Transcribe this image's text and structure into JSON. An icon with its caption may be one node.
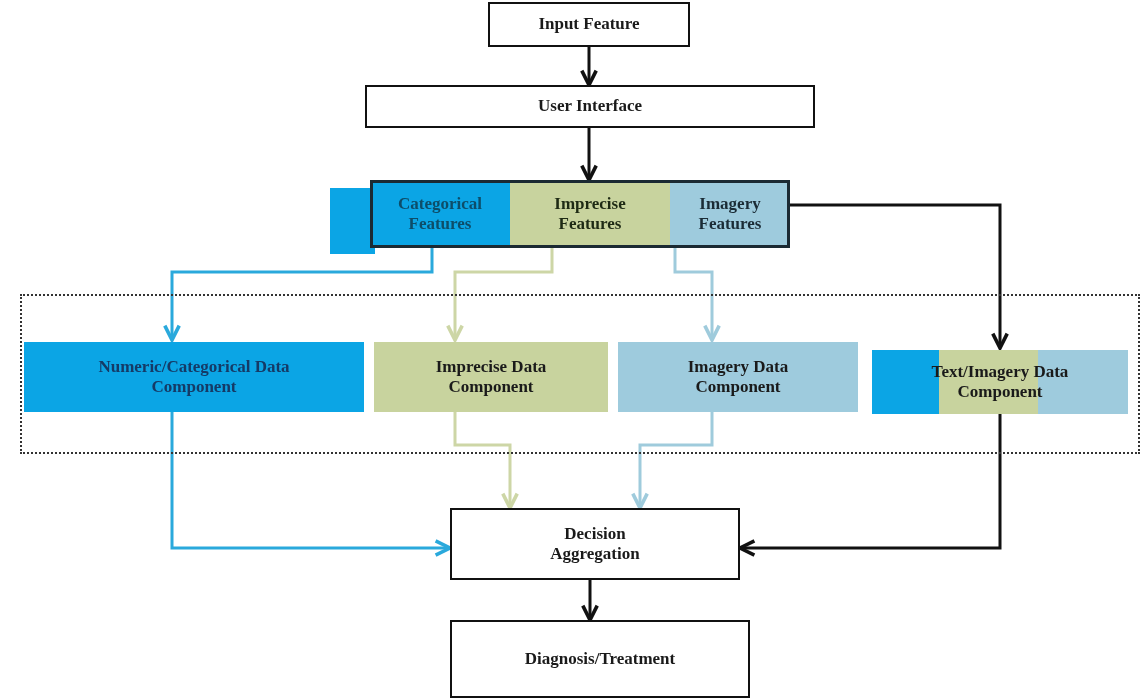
{
  "diagram": {
    "nodes": [
      {
        "text": [
          "Input Feature"
        ]
      },
      {
        "text": [
          "User Interface"
        ]
      },
      {
        "text": [],
        "shape": "box"
      },
      {
        "text": [
          "Categorical Features"
        ],
        "in": 2
      },
      {
        "text": [
          "Imprecise Features"
        ],
        "in": 2
      },
      {
        "text": [
          "Imagery Features"
        ],
        "in": 2
      },
      {
        "text": [],
        "shape": "box"
      },
      {
        "text": [
          "Numeric/Categorical Data Component"
        ],
        "in": 6
      },
      {
        "text": [
          "Imprecise Data Component"
        ],
        "in": 6
      },
      {
        "text": [
          "Imagery Data Component"
        ],
        "in": 6
      },
      {
        "text": [
          "Text/Imagery Data Component"
        ],
        "in": 6
      },
      {
        "text": [
          "Decision Aggregation"
        ]
      },
      {
        "text": [
          "Diagnosis/Treatment"
        ]
      }
    ],
    "edges": [
      {
        "from": 0,
        "to": 1,
        "arrow": "to"
      },
      {
        "from": 1,
        "to": 2,
        "arrow": "to"
      },
      {
        "from": 3,
        "to": 7,
        "arrow": "to",
        "color": "#2aa9dc"
      },
      {
        "from": 4,
        "to": 8,
        "arrow": "to",
        "color": "#cdd6a6"
      },
      {
        "from": 5,
        "to": 9,
        "arrow": "to",
        "color": "#9fcbdc"
      },
      {
        "from": 2,
        "to": 10,
        "arrow": "to"
      },
      {
        "from": 7,
        "to": 11,
        "arrow": "to",
        "color": "#2aa9dc"
      },
      {
        "from": 8,
        "to": 11,
        "arrow": "to",
        "color": "#cdd6a6"
      },
      {
        "from": 9,
        "to": 11,
        "arrow": "to",
        "color": "#9fcbdc"
      },
      {
        "from": 10,
        "to": 11,
        "arrow": "to"
      },
      {
        "from": 11,
        "to": 12,
        "arrow": "to"
      }
    ]
  }
}
